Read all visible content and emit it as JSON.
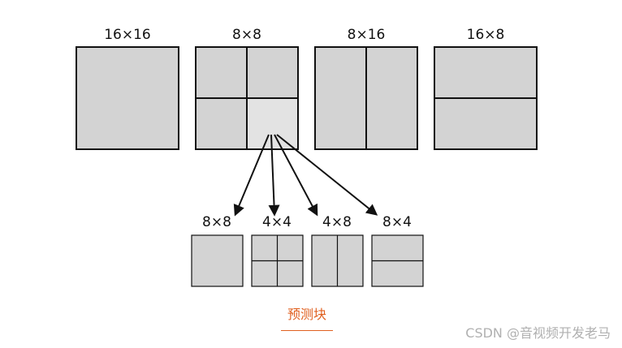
{
  "top_blocks": [
    {
      "label": "16×16"
    },
    {
      "label": "8×8"
    },
    {
      "label": "8×16"
    },
    {
      "label": "16×8"
    }
  ],
  "sub_blocks": [
    {
      "label": "8×8"
    },
    {
      "label": "4×4"
    },
    {
      "label": "4×8"
    },
    {
      "label": "8×4"
    }
  ],
  "caption": "预测块",
  "watermark": "CSDN @音视频开发老马",
  "colors": {
    "block_fill": "#d3d3d3",
    "highlight_fill": "#e3e3e3",
    "caption_color": "#e06020",
    "watermark_color": "#b0b0b0"
  }
}
